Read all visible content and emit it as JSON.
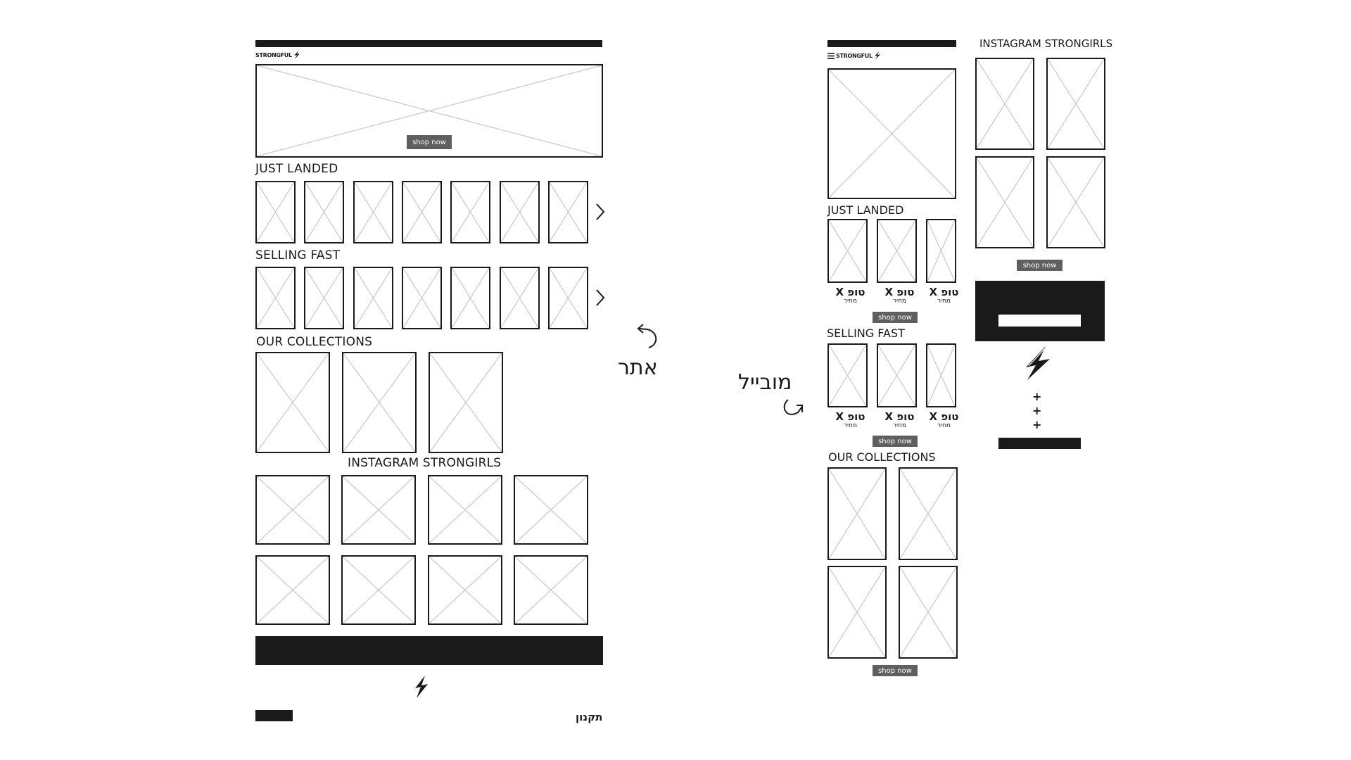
{
  "brand": {
    "name": "STRONGFUL"
  },
  "buttons": {
    "shop_now": "shop now"
  },
  "desktop": {
    "sections": {
      "just_landed": "JUST LANDED",
      "selling_fast": "SELLING FAST",
      "our_collections": "OUR COLLECTIONS",
      "instagram": "INSTAGRAM STRONGIRLS"
    },
    "footer_link": "תקנון"
  },
  "mobile": {
    "sections": {
      "just_landed": "JUST LANDED",
      "selling_fast": "SELLING FAST",
      "our_collections": "OUR COLLECTIONS",
      "instagram": "INSTAGRAM STRONGIRLS"
    },
    "product_title": "טופ X",
    "product_price": "מחיר",
    "plus": "+"
  },
  "annotations": {
    "desktop": "אתר",
    "mobile": "מובייל"
  },
  "icons": {
    "lightning": "lightning-icon",
    "menu": "hamburger-icon",
    "chevron": "chevron-right-icon",
    "arrow": "curved-arrow-icon"
  }
}
